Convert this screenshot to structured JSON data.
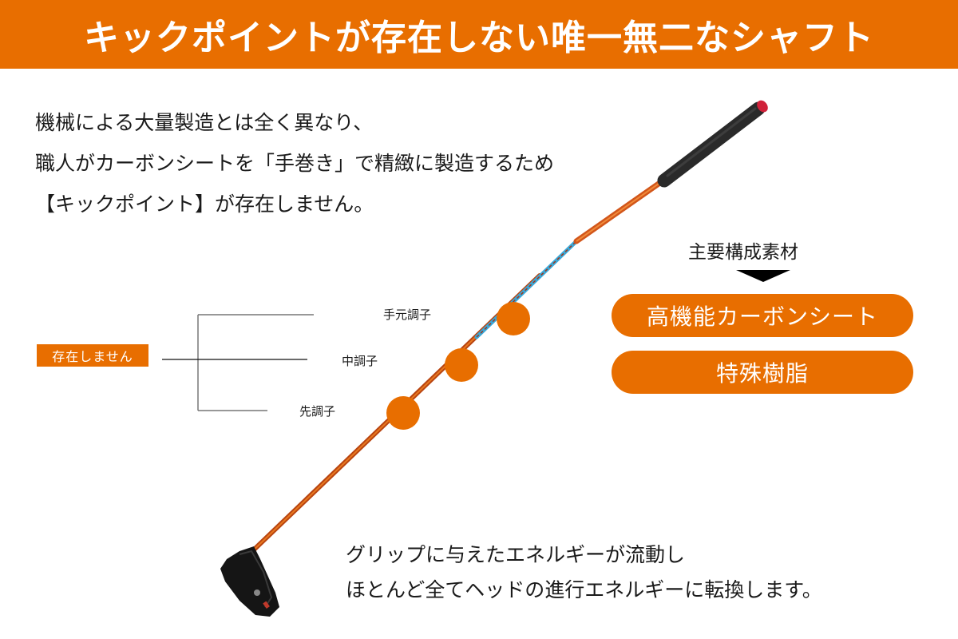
{
  "header": {
    "title": "キックポイントが存在しない唯一無二なシャフト",
    "background": "#e86e00"
  },
  "intro": {
    "lines": [
      "機械による大量製造とは全く異なり、",
      "職人がカーボンシートを「手巻き」で精緻に製造するため",
      "【キックポイント】が存在しません。"
    ]
  },
  "kickpoint_diagram": {
    "badge": "存在しません",
    "labels": {
      "butt": "手元調子",
      "mid": "中調子",
      "tip": "先調子"
    },
    "marker_color": "#e86e00"
  },
  "materials": {
    "title": "主要構成素材",
    "items": [
      "高機能カーボンシート",
      "特殊樹脂"
    ]
  },
  "outro": {
    "lines": [
      "グリップに与えたエネルギーが流動し",
      "ほとんど全てヘッドの進行エネルギーに転換します。"
    ]
  },
  "colors": {
    "accent": "#e86e00",
    "shaft": "#d2561a",
    "grip": "#2a2a2a",
    "grip_cap": "#d0213a",
    "shaft_graphic": "#3aa8d8"
  }
}
